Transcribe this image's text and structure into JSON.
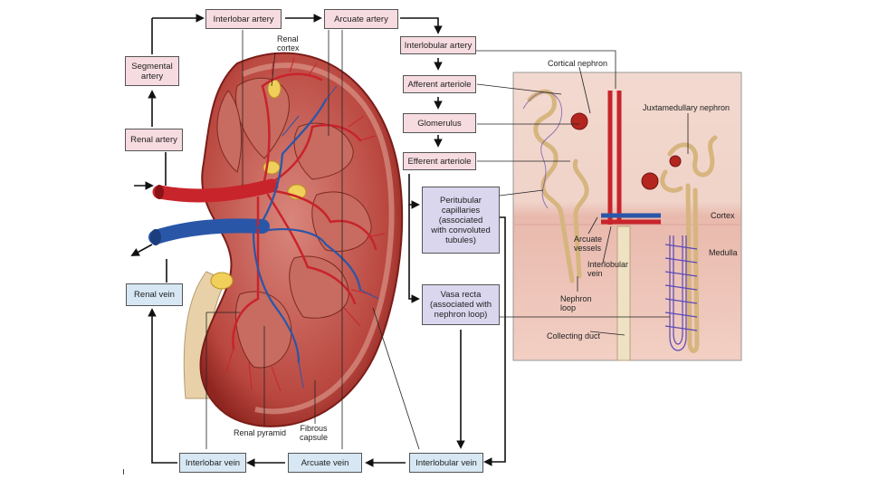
{
  "flow_boxes": {
    "interlobar_artery": "Interlobar artery",
    "arcuate_artery": "Arcuate artery",
    "interlobular_artery": "Interlobular artery",
    "afferent_arteriole": "Afferent arteriole",
    "glomerulus": "Glomerulus",
    "efferent_arteriole": "Efferent arteriole",
    "peritubular_capillaries": "Peritubular\ncapillaries\n(associated\nwith convoluted\ntubules)",
    "vasa_recta": "Vasa recta\n(associated with\nnephron loop)",
    "segmental_artery": "Segmental\nartery",
    "renal_artery": "Renal artery",
    "renal_vein": "Renal vein",
    "interlobar_vein": "Interlobar vein",
    "arcuate_vein": "Arcuate vein",
    "interlobular_vein": "Interlobular vein"
  },
  "kidney_labels": {
    "renal_cortex": "Renal\ncortex",
    "renal_pyramid": "Renal pyramid",
    "fibrous_capsule": "Fibrous\ncapsule"
  },
  "nephron_labels": {
    "cortical_nephron": "Cortical nephron",
    "juxtamedullary_nephron": "Juxtamedullary nephron",
    "cortex": "Cortex",
    "medulla": "Medulla",
    "arcuate_vessels": "Arcuate\nvessels",
    "interlobular_vein": "Interlobular\nvein",
    "nephron_loop": "Nephron\nloop",
    "collecting_duct": "Collecting duct"
  },
  "colors": {
    "box_artery": "#f6dbe1",
    "box_vein": "#d7e7f3",
    "box_capillary": "#d9d6ee",
    "artery": "#c8242b",
    "vein": "#2a56a8",
    "kidney_tissue": "#c0574d",
    "panel_bg": "#f1ddd4"
  }
}
